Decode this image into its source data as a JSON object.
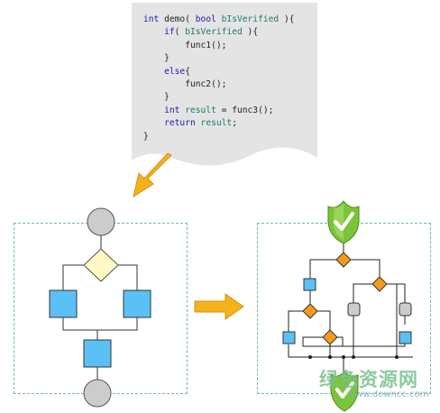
{
  "code": {
    "lines": [
      [
        {
          "t": "int",
          "c": "kw"
        },
        {
          "t": " demo( "
        },
        {
          "t": "bool",
          "c": "kw"
        },
        {
          "t": " "
        },
        {
          "t": "bIsVerified",
          "c": "id"
        },
        {
          "t": " ){"
        }
      ],
      [
        {
          "t": "    "
        },
        {
          "t": "if",
          "c": "kw"
        },
        {
          "t": "( "
        },
        {
          "t": "bIsVerified",
          "c": "id"
        },
        {
          "t": " ){"
        }
      ],
      [
        {
          "t": "        func1();"
        }
      ],
      [
        {
          "t": "    }"
        }
      ],
      [
        {
          "t": "    "
        },
        {
          "t": "else",
          "c": "kw"
        },
        {
          "t": "{"
        }
      ],
      [
        {
          "t": "        func2();"
        }
      ],
      [
        {
          "t": "    }"
        }
      ],
      [
        {
          "t": "    "
        },
        {
          "t": "int",
          "c": "kw"
        },
        {
          "t": " "
        },
        {
          "t": "result",
          "c": "id"
        },
        {
          "t": " = func3();"
        }
      ],
      [
        {
          "t": "    "
        },
        {
          "t": "return",
          "c": "kw"
        },
        {
          "t": " "
        },
        {
          "t": "result",
          "c": "id"
        },
        {
          "t": ";"
        }
      ],
      [
        {
          "t": "}"
        }
      ]
    ]
  },
  "watermark": {
    "text": "绿色资源网",
    "url": "www.downcc.com"
  },
  "colors": {
    "arrow": "#f5b21b",
    "node_blue": "#5bc0f5",
    "node_yellow": "#fff8c4",
    "node_orange": "#f59b1c",
    "node_gray": "#cccccc",
    "shield_green": "#7cc43a"
  }
}
